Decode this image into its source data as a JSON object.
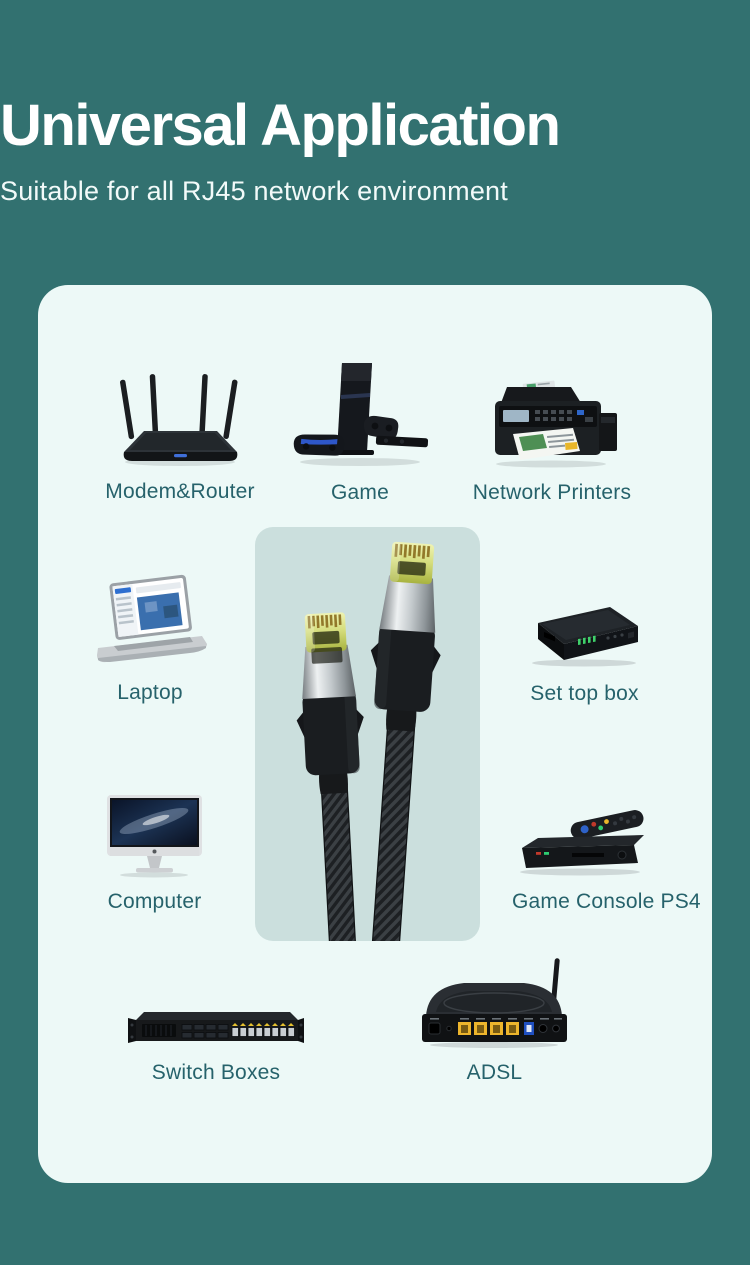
{
  "header": {
    "title": "Universal Application",
    "subtitle": "Suitable for all RJ45 network environment"
  },
  "devices": [
    {
      "id": "modem-router",
      "label": "Modem&Router"
    },
    {
      "id": "game",
      "label": "Game"
    },
    {
      "id": "network-printers",
      "label": "Network Printers"
    },
    {
      "id": "laptop",
      "label": "Laptop"
    },
    {
      "id": "set-top-box",
      "label": "Set top box"
    },
    {
      "id": "computer",
      "label": "Computer"
    },
    {
      "id": "game-console-ps4",
      "label": "Game Console PS4"
    },
    {
      "id": "switch-boxes",
      "label": "Switch Boxes"
    },
    {
      "id": "adsl",
      "label": "ADSL"
    }
  ],
  "center_image": {
    "name": "rj45-cable-connectors"
  },
  "colors": {
    "background": "#327170",
    "card": "#edf9f7",
    "panel": "#cbdfdd",
    "label_text": "#26626b",
    "heading_text": "#ffffff",
    "connector_head": "#d6de7e",
    "port_yellow": "#edb52c",
    "usb_blue": "#1f4fc0"
  }
}
